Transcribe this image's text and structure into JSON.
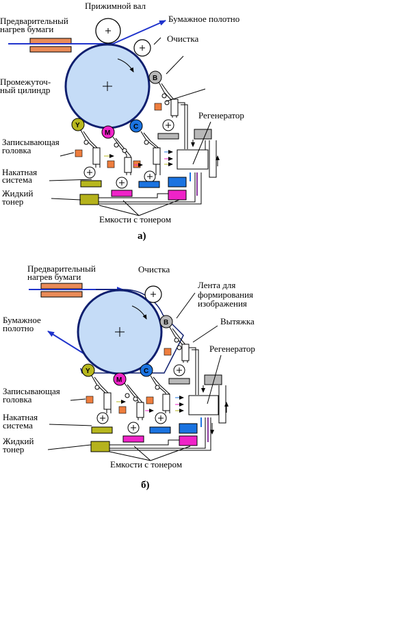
{
  "colors": {
    "drum": "#c5dcf7",
    "drum_stroke": "#0f1f6f",
    "heater": "#e98b58",
    "web_line": "#1f33cc",
    "yellow": "#b7b71e",
    "magenta": "#ef23c8",
    "cyan": "#1b73e0",
    "gray": "#b8b8b8",
    "orange_block": "#ee7e3e",
    "olive": "#b5b21c"
  },
  "diagram_a": {
    "pressure_roller": "Прижимной вал",
    "paper_web": "Бумажное полотно",
    "preheat_line1": "Предварительный",
    "preheat_line2": "нагрев  бумаги",
    "cleaning": "Очистка",
    "cylinder_line1": "Промежуточ-",
    "cylinder_line2": "ный цилиндр",
    "regenerator": "Регенератор",
    "write_head_line1": "Записывающая",
    "write_head_line2": "головка",
    "roller_system_line1": "Накатная",
    "roller_system_line2": "система",
    "liquid_toner_line1": "Жидкий",
    "liquid_toner_line2": "тонер",
    "toner_tanks": "Емкости с тонером",
    "caption": "а)",
    "unit_letters": [
      "Y",
      "M",
      "C",
      "B"
    ]
  },
  "diagram_b": {
    "preheat_line1": "Предварительный",
    "preheat_line2": "нагрев  бумаги",
    "cleaning": "Очистка",
    "belt_line1": "Лента для",
    "belt_line2": "формирования",
    "belt_line3": "изображения",
    "extraction": "Вытяжка",
    "paper_web_line1": "Бумажное",
    "paper_web_line2": "полотно",
    "regenerator": "Регенератор",
    "write_head_line1": "Записывающая",
    "write_head_line2": "головка",
    "roller_system_line1": "Накатная",
    "roller_system_line2": "система",
    "liquid_toner_line1": "Жидкий",
    "liquid_toner_line2": "тонер",
    "toner_tanks": "Емкости с тонером",
    "caption": "б)",
    "unit_letters": [
      "Y",
      "M",
      "C",
      "B"
    ]
  }
}
